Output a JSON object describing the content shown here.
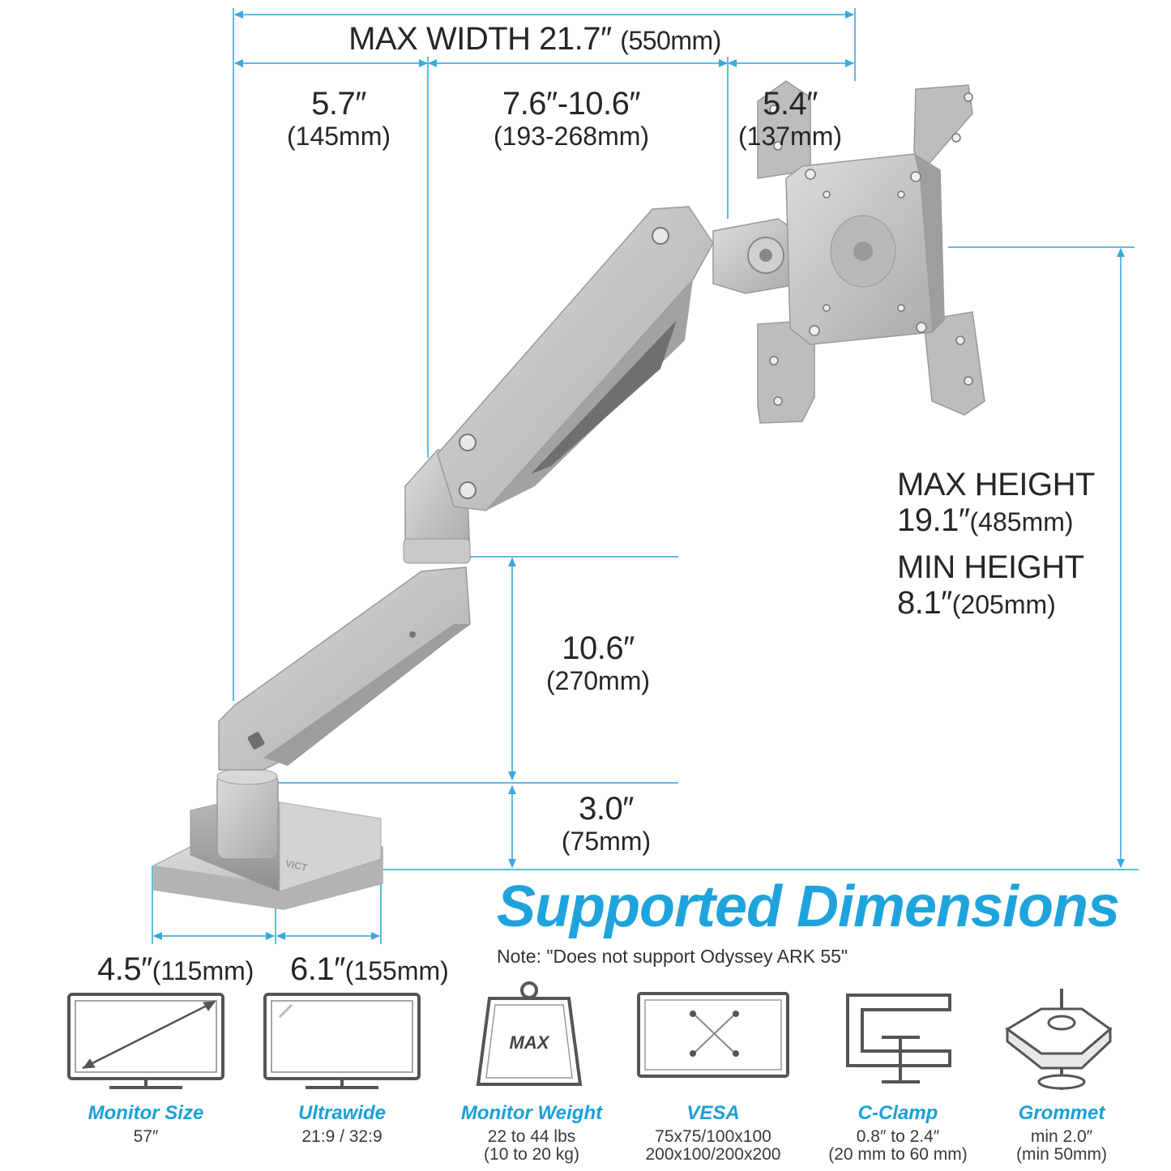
{
  "dimensions": {
    "max_width": {
      "label": "MAX WIDTH 21.7″",
      "mm": "(550mm)"
    },
    "seg1": {
      "inch": "5.7″",
      "mm": "(145mm)"
    },
    "seg2": {
      "inch": "7.6″-10.6″",
      "mm": "(193-268mm)"
    },
    "seg3": {
      "inch": "5.4″",
      "mm": "(137mm)"
    },
    "max_height": {
      "label": "MAX HEIGHT",
      "value": "19.1″",
      "mm": "(485mm)"
    },
    "min_height": {
      "label": "MIN HEIGHT",
      "value": "8.1″",
      "mm": "(205mm)"
    },
    "pole": {
      "inch": "10.6″",
      "mm": "(270mm)"
    },
    "base_h": {
      "inch": "3.0″",
      "mm": "(75mm)"
    },
    "base_depth": {
      "inch": "4.5″",
      "mm": "(115mm)"
    },
    "base_width": {
      "inch": "6.1″",
      "mm": "(155mm)"
    }
  },
  "brand_mark": "VICT",
  "title": "Supported Dimensions",
  "note": "Note: \"Does not support Odyssey ARK 55\"",
  "weight_icon_text": "MAX",
  "features": [
    {
      "name": "Monitor Size",
      "line1": "57″",
      "line2": ""
    },
    {
      "name": "Ultrawide",
      "line1": "21:9 / 32:9",
      "line2": ""
    },
    {
      "name": "Monitor Weight",
      "line1": "22 to 44 lbs",
      "line2": "(10 to 20 kg)"
    },
    {
      "name": "VESA",
      "line1": "75x75/100x100",
      "line2": "200x100/200x200"
    },
    {
      "name": "C-Clamp",
      "line1": "0.8″ to 2.4″",
      "line2": "(20 mm to 60 mm)"
    },
    {
      "name": "Grommet",
      "line1": "min 2.0″",
      "line2": "(min 50mm)"
    }
  ],
  "colors": {
    "accent": "#1fa3dc",
    "line": "#5bbde4",
    "metal": "#c6c6c6",
    "text": "#262626"
  }
}
